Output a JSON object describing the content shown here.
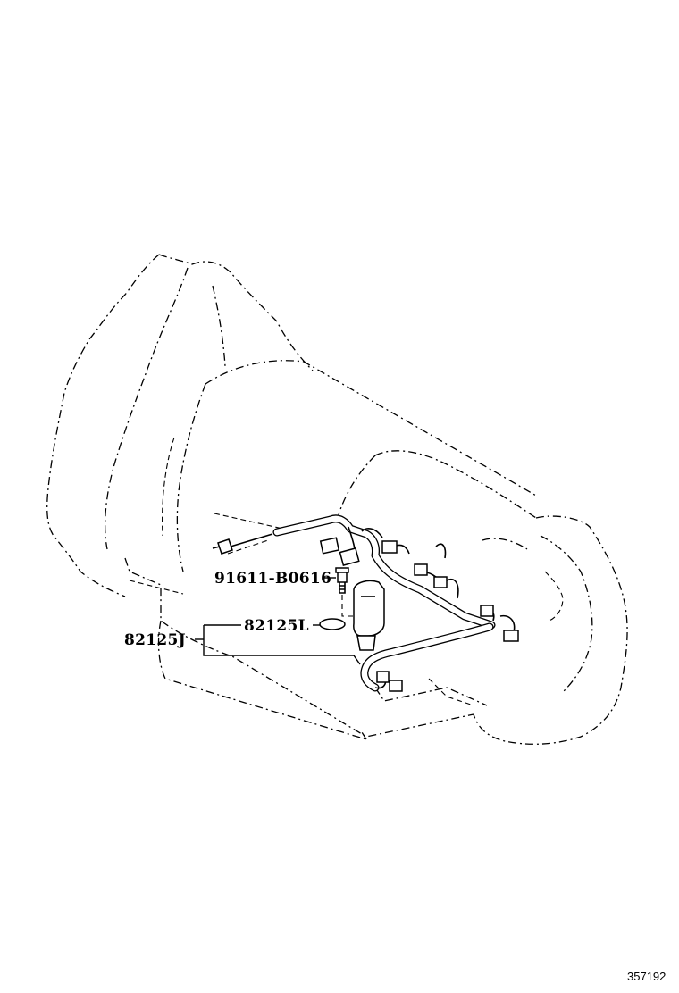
{
  "callouts": {
    "bolt": "91611-B0616",
    "o_ring": "82125L",
    "harness": "82125J"
  },
  "illustration_code": "357192"
}
